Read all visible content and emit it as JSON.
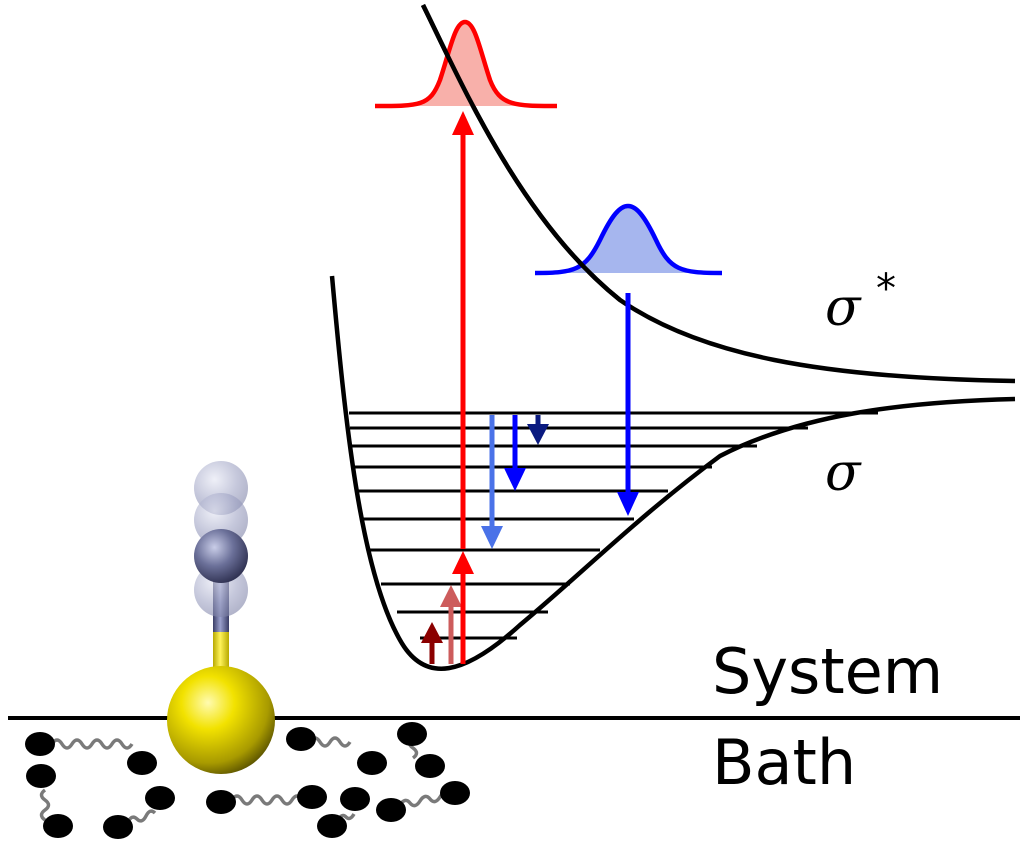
{
  "labels": {
    "sigma_star": "σ",
    "sigma_star_mark": "*",
    "sigma": "σ",
    "system": "System",
    "bath": "Bath"
  },
  "colors": {
    "excitation": "#ff0000",
    "excitation_fill": "#f8b0aa",
    "emission": "#0000ff",
    "emission_fill": "#a6b6ee",
    "emission_light": "#4a72e8",
    "emission_dark": "#0a1a80",
    "heating_dark": "#8b0000",
    "heating_mid": "#cd5c5c",
    "gold": "#e8d800",
    "adsorbate": "#5a5f8e",
    "bath_particle": "#000000",
    "spring": "#7a7a7a"
  }
}
